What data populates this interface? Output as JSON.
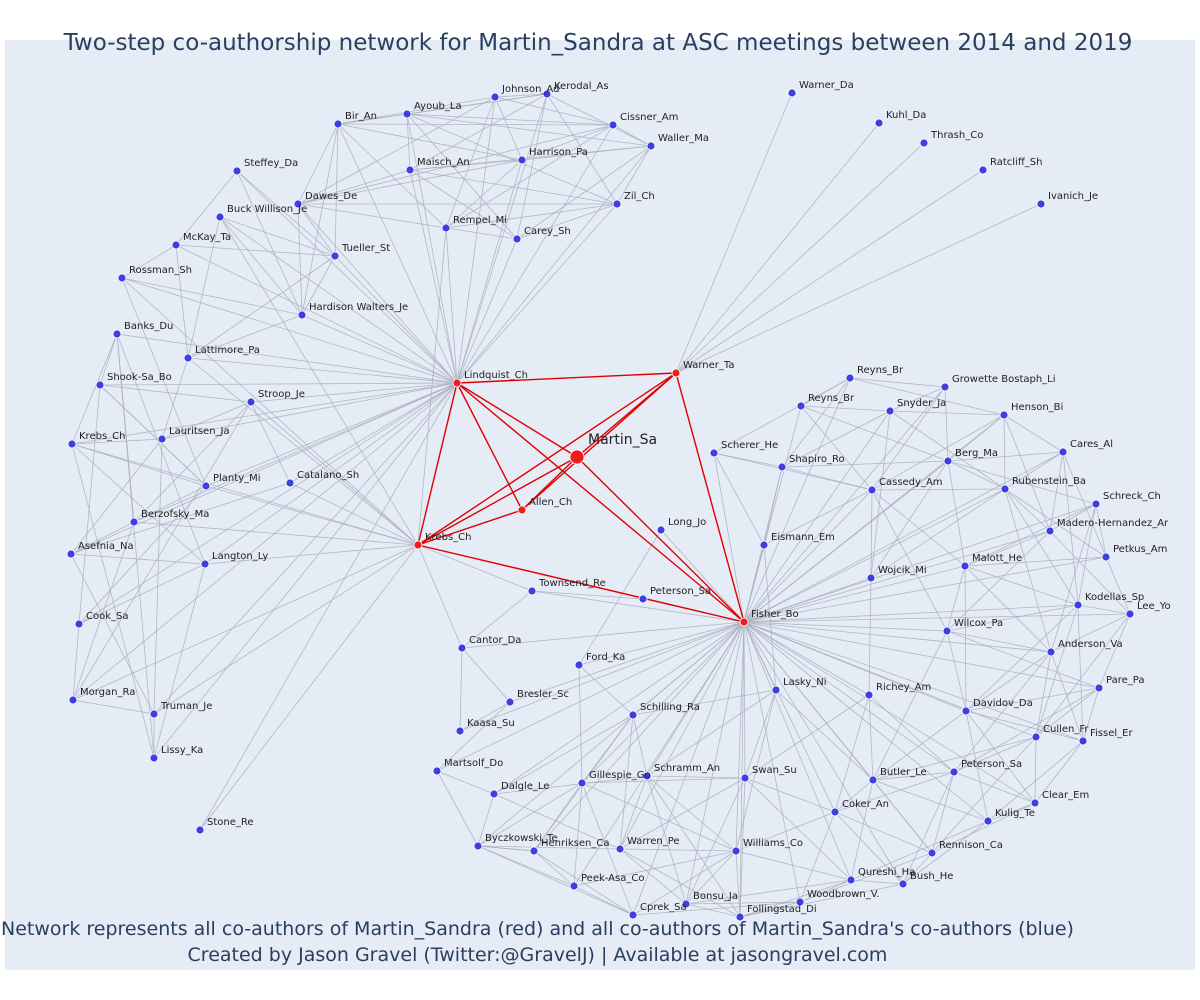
{
  "title": "Two-step co-authorship network for Martin_Sandra at ASC meetings between 2014 and 2019",
  "caption": {
    "line1": "Network represents all co-authors of Martin_Sandra (red) and all co-authors of Martin_Sandra's co-authors (blue)",
    "line2": "Created by Jason Gravel (Twitter:@GravelJ) | Available at jasongravel.com"
  },
  "colors": {
    "background": "#e5ecf6",
    "first_step": "#ef1c1c",
    "second_step": "#3d3fe0",
    "first_step_edge": "#e00000",
    "second_step_edge": "#a9adbd",
    "text": "#2a3f5f"
  },
  "network": {
    "focal": {
      "id": "Martin_Sa",
      "label": "Martin_Sa"
    },
    "first_step": [
      {
        "id": "Lindquist_Ch",
        "label": "Lindquist_Ch"
      },
      {
        "id": "Warner_Ta",
        "label": "Warner_Ta"
      },
      {
        "id": "Krebs_Ch2",
        "label": "Krebs_Ch"
      },
      {
        "id": "Allen_Ch",
        "label": "Allen_Ch"
      },
      {
        "id": "Fisher_Bo",
        "label": "Fisher_Bo"
      }
    ],
    "second_step": [
      "Johnson_Ad",
      "Kerodal_As",
      "Bir_An",
      "Ayoub_La",
      "Cissner_Am",
      "Waller_Ma",
      "Harrison_Pa",
      "Steffey_Da",
      "Maisch_An",
      "Dawes_De",
      "Buck Willison_Je",
      "Zil_Ch",
      "Rempel_Mi",
      "Carey_Sh",
      "McKay_Ta",
      "Tueller_St",
      "Rossman_Sh",
      "Hardison Walters_Je",
      "Banks_Du",
      "Lattimore_Pa",
      "Shook-Sa_Bo",
      "Stroop_Je",
      "Lauritsen_Ja",
      "Krebs_Ch",
      "Planty_Mi",
      "Catalano_Sh",
      "Berzofsky_Ma",
      "Asefnia_Na",
      "Langton_Ly",
      "Cook_Sa",
      "Morgan_Ra",
      "Truman_Je",
      "Lissy_Ka",
      "Stone_Re",
      "Warner_Da",
      "Kuhl_Da",
      "Thrash_Co",
      "Ratcliff_Sh",
      "Ivanich_Je",
      "Reyns_Br",
      "Reyns_Br",
      "Growette Bostaph_Li",
      "Snyder_Ja",
      "Henson_Bi",
      "Scherer_He",
      "Berg_Ma",
      "Cares_Al",
      "Shapiro_Ro",
      "Cassedy_Am",
      "Rubenstein_Ba",
      "Schreck_Ch",
      "Madero-Hernandez_Ar",
      "Long_Jo",
      "Eismann_Em",
      "Petkus_Am",
      "Wojcik_Mi",
      "Malott_He",
      "Kodellas_Sp",
      "Lee_Yo",
      "Townsend_Re",
      "Peterson_Sa",
      "Wilcox_Pa",
      "Anderson_Va",
      "Cantor_Da",
      "Ford_Ka",
      "Lasky_Ni",
      "Pare_Pa",
      "Richey_Am",
      "Bresler_Sc",
      "Davidov_Da",
      "Schilling_Ra",
      "Cullen_Fr",
      "Fissel_Er",
      "Kaasa_Su",
      "Butler_Le",
      "Peterson_Sa",
      "Martsolf_Do",
      "Schramm_An",
      "Swan_Su",
      "Gillespie_Go",
      "Dalgle_Le",
      "Clear_Em",
      "Coker_An",
      "Kulig_Te",
      "Byczkowski_Te",
      "Henriksen_Ca",
      "Warren_Pe",
      "Williams_Co",
      "Rennison_Ca",
      "Qureshi_Ha",
      "Bush_He",
      "Peek-Asa_Co",
      "Bonsu_Ja",
      "Woodbrown_V.",
      "Cprek_Sa",
      "Follingstad_Di"
    ]
  }
}
